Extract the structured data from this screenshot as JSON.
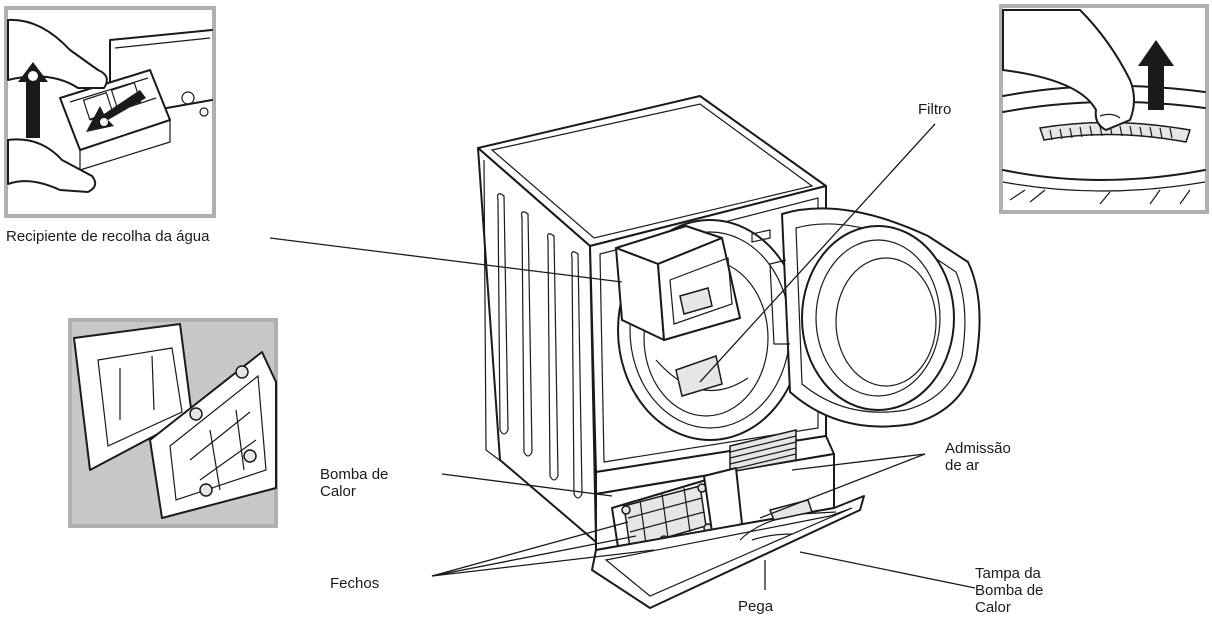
{
  "labels": {
    "water_container": "Recipiente de recolha da água",
    "filter": "Filtro",
    "air_intake": "Admissão\nde ar",
    "heat_pump": "Bomba de\nCalor",
    "latches": "Fechos",
    "handle": "Pega",
    "heat_pump_cover": "Tampa da\nBomba de\nCalor"
  },
  "colors": {
    "line": "#1a1a1a",
    "inset_border": "#b0b0b0",
    "inset_bg_dark": "#c8c8c8",
    "panel_fill": "#ffffff"
  }
}
